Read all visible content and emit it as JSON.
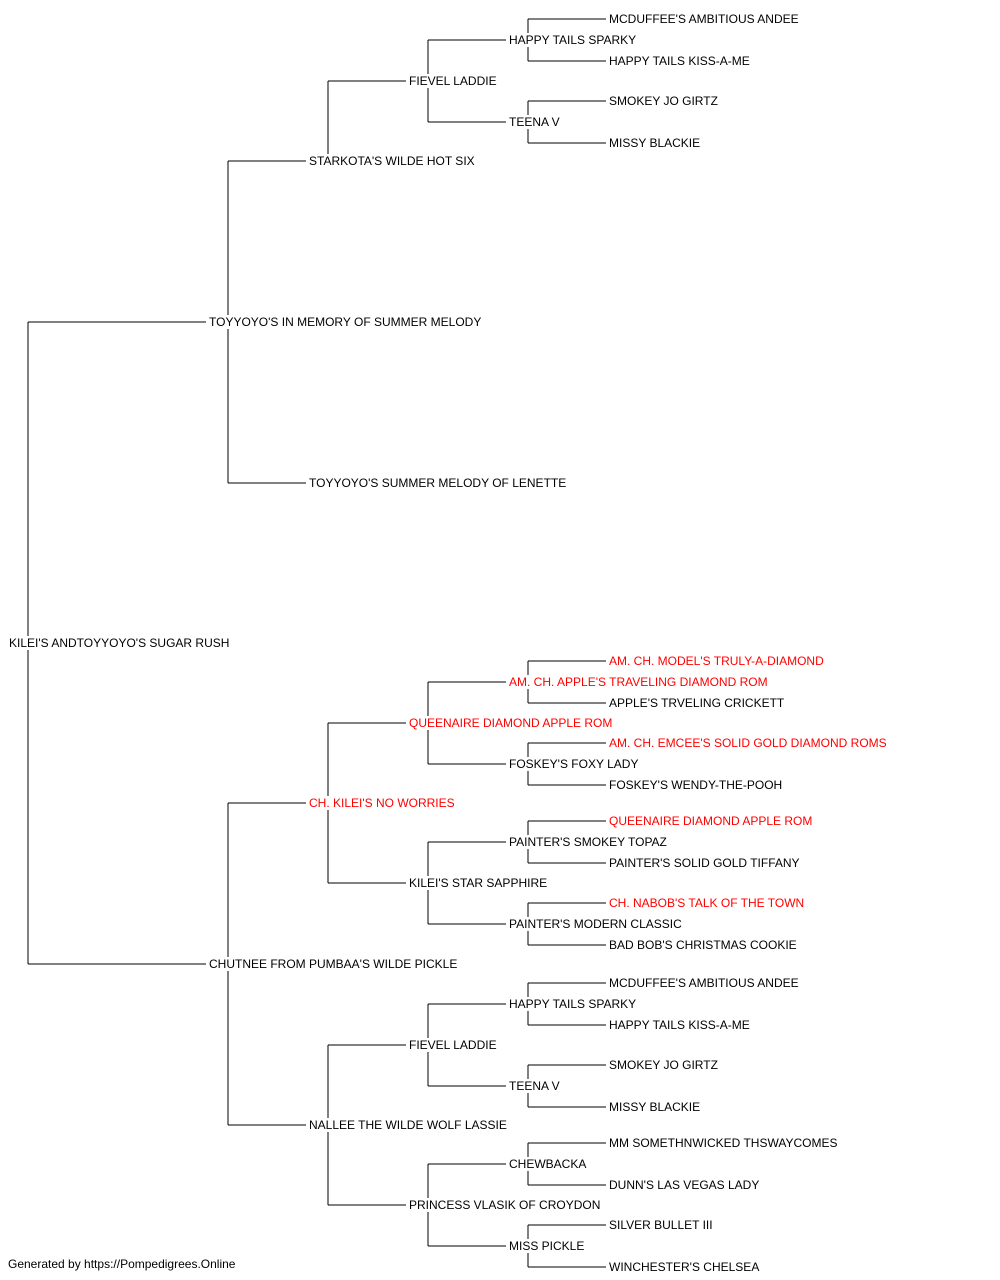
{
  "footer": "Generated by https://Pompedigrees.Online",
  "colors": {
    "champion": "#ff0000",
    "normal": "#000000",
    "line": "#000000"
  },
  "pedigree": {
    "name": "KILEI'S ANDTOYYOYO'S SUGAR RUSH",
    "red": false,
    "sire": {
      "name": "TOYYOYO'S IN MEMORY OF SUMMER MELODY",
      "red": false,
      "sire": {
        "name": "STARKOTA'S WILDE HOT SIX",
        "red": false,
        "sire": {
          "name": "FIEVEL LADDIE",
          "red": false,
          "sire": {
            "name": "HAPPY TAILS SPARKY",
            "red": false,
            "sire": {
              "name": "MCDUFFEE'S AMBITIOUS ANDEE",
              "red": false
            },
            "dam": {
              "name": "HAPPY TAILS KISS-A-ME",
              "red": false
            }
          },
          "dam": {
            "name": "TEENA V",
            "red": false,
            "sire": {
              "name": "SMOKEY JO GIRTZ",
              "red": false
            },
            "dam": {
              "name": "MISSY BLACKIE",
              "red": false
            }
          }
        }
      },
      "dam": {
        "name": "TOYYOYO'S SUMMER MELODY OF LENETTE",
        "red": false
      }
    },
    "dam": {
      "name": "CHUTNEE FROM PUMBAA'S WILDE PICKLE",
      "red": false,
      "sire": {
        "name": "CH. KILEI'S NO WORRIES",
        "red": true,
        "sire": {
          "name": "QUEENAIRE DIAMOND APPLE ROM",
          "red": true,
          "sire": {
            "name": "AM. CH. APPLE'S TRAVELING DIAMOND ROM",
            "red": true,
            "sire": {
              "name": "AM. CH. MODEL'S TRULY-A-DIAMOND",
              "red": true
            },
            "dam": {
              "name": "APPLE'S TRVELING CRICKETT",
              "red": false
            }
          },
          "dam": {
            "name": "FOSKEY'S FOXY LADY",
            "red": false,
            "sire": {
              "name": "AM. CH. EMCEE'S SOLID GOLD DIAMOND ROMS",
              "red": true
            },
            "dam": {
              "name": "FOSKEY'S WENDY-THE-POOH",
              "red": false
            }
          }
        },
        "dam": {
          "name": "KILEI'S STAR SAPPHIRE",
          "red": false,
          "sire": {
            "name": "PAINTER'S SMOKEY TOPAZ",
            "red": false,
            "sire": {
              "name": "QUEENAIRE DIAMOND APPLE ROM",
              "red": true
            },
            "dam": {
              "name": "PAINTER'S SOLID GOLD TIFFANY",
              "red": false
            }
          },
          "dam": {
            "name": "PAINTER'S MODERN CLASSIC",
            "red": false,
            "sire": {
              "name": "CH. NABOB'S TALK OF THE TOWN",
              "red": true
            },
            "dam": {
              "name": "BAD BOB'S CHRISTMAS COOKIE",
              "red": false
            }
          }
        }
      },
      "dam": {
        "name": "NALLEE THE WILDE WOLF LASSIE",
        "red": false,
        "sire": {
          "name": "FIEVEL LADDIE",
          "red": false,
          "sire": {
            "name": "HAPPY TAILS SPARKY",
            "red": false,
            "sire": {
              "name": "MCDUFFEE'S AMBITIOUS ANDEE",
              "red": false
            },
            "dam": {
              "name": "HAPPY TAILS KISS-A-ME",
              "red": false
            }
          },
          "dam": {
            "name": "TEENA V",
            "red": false,
            "sire": {
              "name": "SMOKEY JO GIRTZ",
              "red": false
            },
            "dam": {
              "name": "MISSY BLACKIE",
              "red": false
            }
          }
        },
        "dam": {
          "name": "PRINCESS VLASIK OF CROYDON",
          "red": false,
          "sire": {
            "name": "CHEWBACKA",
            "red": false,
            "sire": {
              "name": "MM SOMETHNWICKED THSWAYCOMES",
              "red": false
            },
            "dam": {
              "name": "DUNN'S LAS VEGAS LADY",
              "red": false
            }
          },
          "dam": {
            "name": "MISS PICKLE",
            "red": false,
            "sire": {
              "name": "SILVER BULLET III",
              "red": false
            },
            "dam": {
              "name": "WINCHESTER'S CHELSEA",
              "red": false
            }
          }
        }
      }
    }
  }
}
